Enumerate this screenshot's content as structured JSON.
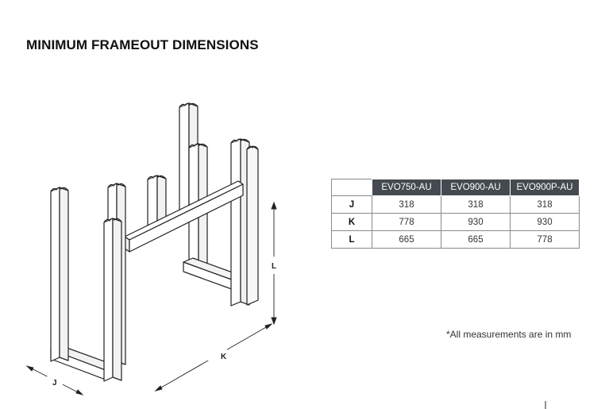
{
  "title": "MINIMUM FRAMEOUT DIMENSIONS",
  "diagram": {
    "label_j": "J",
    "label_k": "K",
    "label_l": "L"
  },
  "table": {
    "columns": [
      "EVO750-AU",
      "EVO900-AU",
      "EVO900P-AU"
    ],
    "rows": [
      {
        "label": "J",
        "values": [
          "318",
          "318",
          "318"
        ]
      },
      {
        "label": "K",
        "values": [
          "778",
          "930",
          "930"
        ]
      },
      {
        "label": "L",
        "values": [
          "665",
          "665",
          "778"
        ]
      }
    ]
  },
  "note": "*All measurements are in mm"
}
